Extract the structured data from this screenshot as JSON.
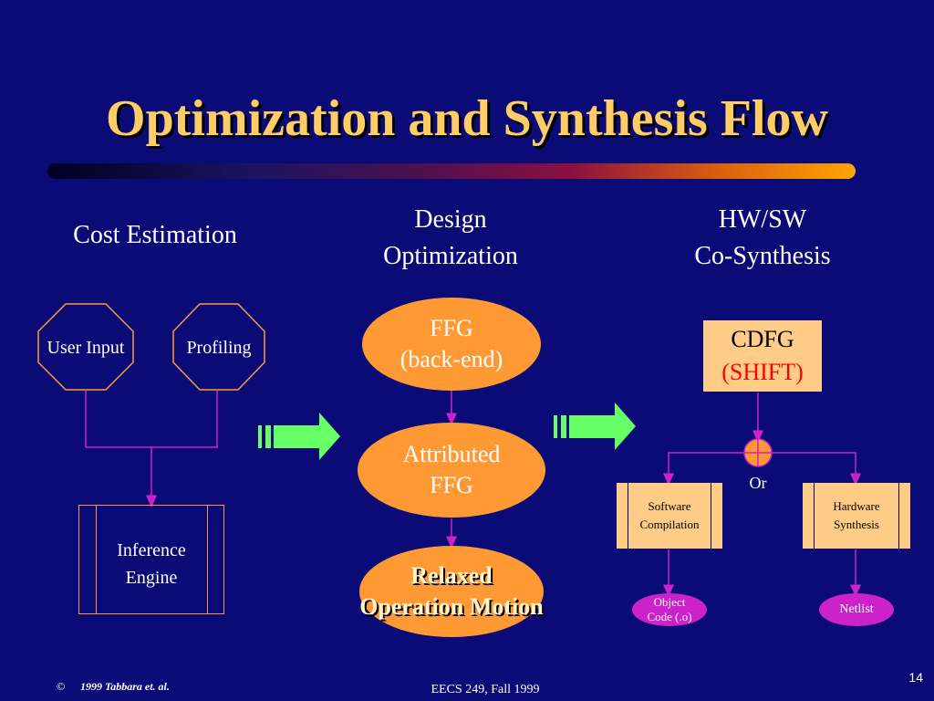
{
  "title": "Optimization and Synthesis Flow",
  "columns": {
    "cost": "Cost Estimation",
    "design_line1": "Design",
    "design_line2": "Optimization",
    "hwsw_line1": "HW/SW",
    "hwsw_line2": "Co-Synthesis"
  },
  "cost_estimation": {
    "user_input": "User Input",
    "profiling": "Profiling",
    "inference_line1": "Inference",
    "inference_line2": "Engine"
  },
  "design_optimization": {
    "ffg_line1": "FFG",
    "ffg_line2": "(back-end)",
    "attributed_line1": "Attributed",
    "attributed_line2": "FFG",
    "relaxed_line1": "Relaxed",
    "relaxed_line2": "Operation Motion"
  },
  "cosynthesis": {
    "cdfg": "CDFG",
    "shift": "(SHIFT)",
    "or": "Or",
    "software_line1": "Software",
    "software_line2": "Compilation",
    "hardware_line1": "Hardware",
    "hardware_line2": "Synthesis",
    "object_line1": "Object",
    "object_line2": "Code (.o)",
    "netlist": "Netlist"
  },
  "footer": {
    "copyright_symbol": "©",
    "copyright_text": "1999 Tabbara et. al.",
    "course": "EECS 249, Fall 1999",
    "page_number": "14"
  },
  "colors": {
    "background": "#0b0b78",
    "title": "#ffcc66",
    "orange": "#ff9933",
    "peach": "#ffcc88",
    "connector": "#cc22cc",
    "arrow": "#66ff66",
    "shift_red": "#ff0000"
  }
}
